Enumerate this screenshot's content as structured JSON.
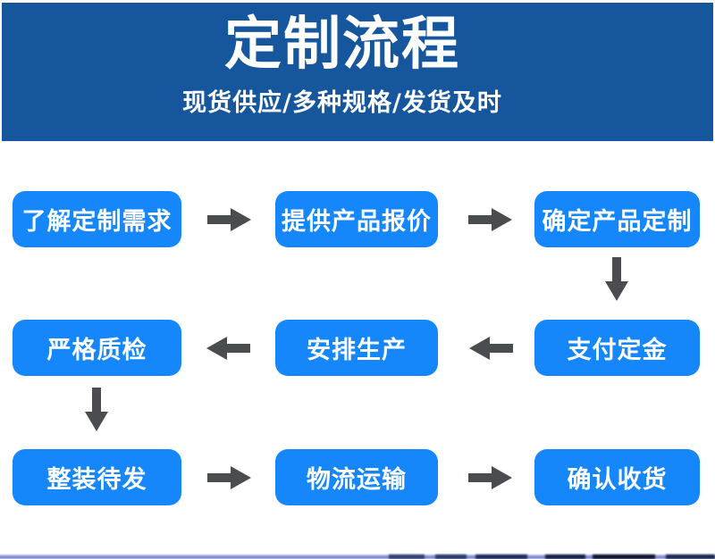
{
  "header": {
    "title": "定制流程",
    "subtitle": "现货供应/多种规格/发货及时"
  },
  "flow": {
    "steps": [
      {
        "label": "了解定制需求"
      },
      {
        "label": "提供产品报价"
      },
      {
        "label": "确定产品定制"
      },
      {
        "label": "支付定金"
      },
      {
        "label": "安排生产"
      },
      {
        "label": "严格质检"
      },
      {
        "label": "整装待发"
      },
      {
        "label": "物流运输"
      },
      {
        "label": "确认收货"
      }
    ],
    "layout_rows": [
      [
        "了解定制需求",
        "提供产品报价",
        "确定产品定制"
      ],
      [
        "严格质检",
        "安排生产",
        "支付定金"
      ],
      [
        "整装待发",
        "物流运输",
        "确认收货"
      ]
    ],
    "connections": [
      {
        "from": "了解定制需求",
        "to": "提供产品报价",
        "direction": "right"
      },
      {
        "from": "提供产品报价",
        "to": "确定产品定制",
        "direction": "right"
      },
      {
        "from": "确定产品定制",
        "to": "支付定金",
        "direction": "down"
      },
      {
        "from": "支付定金",
        "to": "安排生产",
        "direction": "left"
      },
      {
        "from": "安排生产",
        "to": "严格质检",
        "direction": "left"
      },
      {
        "from": "严格质检",
        "to": "整装待发",
        "direction": "down"
      },
      {
        "from": "整装待发",
        "to": "物流运输",
        "direction": "right"
      },
      {
        "from": "物流运输",
        "to": "确认收货",
        "direction": "right"
      }
    ]
  },
  "colors": {
    "banner_bg": "#16569d",
    "step_box_bg": "#1587fa",
    "arrow": "#4a4d50",
    "text": "#ffffff",
    "bottom_strip": "#7a86cc"
  }
}
